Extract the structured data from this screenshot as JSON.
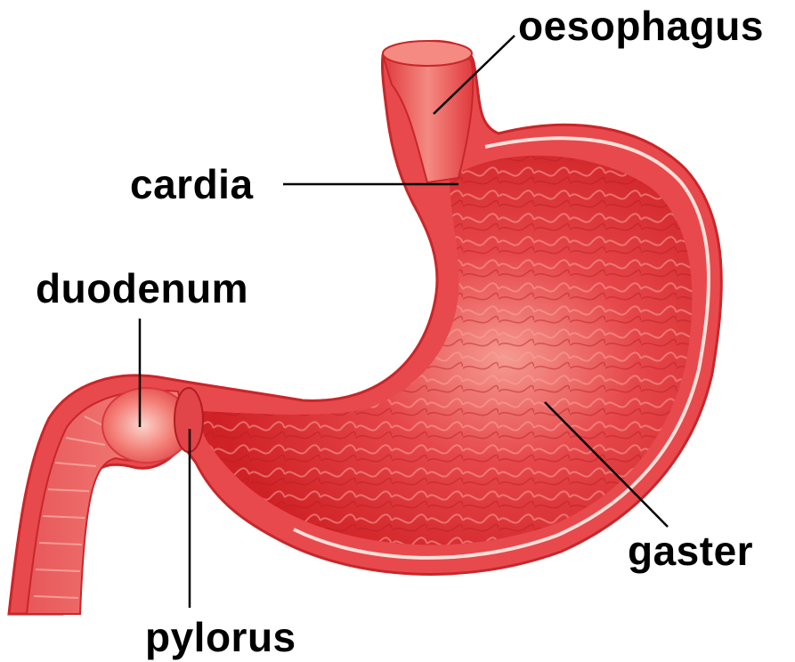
{
  "labels": {
    "oesophagus": "oesophagus",
    "cardia": "cardia",
    "duodenum": "duodenum",
    "gaster": "gaster",
    "pylorus": "pylorus"
  },
  "colors": {
    "wall": "#e8494c",
    "wall_dark": "#c92428",
    "lining": "#f36a66",
    "inner": "#d8282c",
    "highlight": "#f7b0a8",
    "background": "#ffffff"
  }
}
